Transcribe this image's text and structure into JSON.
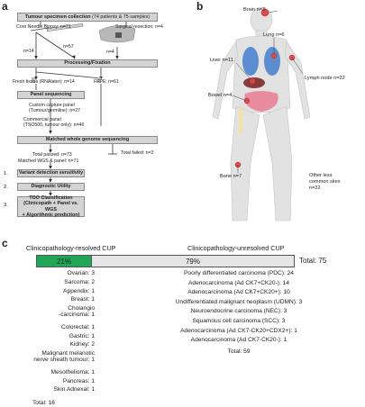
{
  "panels": {
    "a": "a",
    "b": "b",
    "c": "c"
  },
  "workflow": {
    "collection_title": "Tumour specimen collection",
    "collection_sub": "(74 patients & 75 samples)",
    "core_needle": "Core Needle Biopsy: n=71",
    "surgical": "Surgical resection: n=4",
    "n14": "n=14",
    "n57": "n=57",
    "n4": "n=4",
    "processing": "Processing/Fixation",
    "fresh": "Fresh tissue (RNAlater): n=14",
    "ffpe": "FFPE: n=61",
    "panel_seq": "Panel sequencing",
    "custom_panel_1": "Custom capture panel",
    "custom_panel_2": "(Tumour/germline): n=27",
    "commercial_1": "Commercial panel",
    "commercial_2": "(TSO500, tumour only): n=46",
    "wgs": "Matched whole genome sequencing",
    "total_passed": "Total passed: n=73",
    "total_failed": "Total failed: n=2",
    "matched_wgs": "Matched WGS & panel: n=71",
    "steps": [
      {
        "num": "1.",
        "label": "Variant detection sensitivity"
      },
      {
        "num": "2.",
        "label": "Diagnostic Utility"
      },
      {
        "num": "3.",
        "label": "TOO Classification",
        "sub1": "(Clinicopath + Panel vs. WGS",
        "sub2": "+ Algorithmic prediction)"
      }
    ]
  },
  "body_map": {
    "brain": "Brain n=3",
    "lung": "Lung n=6",
    "liver": "Liver n=11",
    "lymph": "Lymph node n=22",
    "bowel": "Bowel n=4",
    "bone": "Bone n=7",
    "other_1": "Other less",
    "other_2": "common sites",
    "other_3": "n=22"
  },
  "panel_c": {
    "resolved_title": "Clinicopathology-resolved CUP",
    "unresolved_title": "Clinicopathology-unresolved CUP",
    "resolved_pct": "21%",
    "unresolved_pct": "79%",
    "total": "Total: 75",
    "colors": {
      "resolved": "#21a657",
      "unresolved": "#e6e6e6"
    },
    "resolved_items": [
      {
        "label": "Ovarian: 3"
      },
      {
        "label": "Sarcoma: 2"
      },
      {
        "label": "Appendix: 1"
      },
      {
        "label": "Breast: 1"
      },
      {
        "label": "Cholangio\n-carcinoma: 1"
      },
      {
        "label": "Colorectal: 1"
      },
      {
        "label": "Gastric: 1"
      },
      {
        "label": "Kidney: 2"
      },
      {
        "label": "Malignant melanotic\nnerve sheath tumour: 1"
      },
      {
        "label": "Mesothelioma: 1"
      },
      {
        "label": "Pancreas: 1"
      },
      {
        "label": "Skin Adnexal: 1"
      }
    ],
    "resolved_total": "Total: 16",
    "unresolved_items": [
      {
        "label": "Poorly differentiated carcinoma (PDC): 24"
      },
      {
        "label": "Adenocarcinoma (Ad CK7+CK20-): 14"
      },
      {
        "label": "Adenocarcinoma (Ad CK7+CK20+): 10"
      },
      {
        "label": "Undifferentiated malignant neoplasm (UDMN): 3"
      },
      {
        "label": "Neuroendocrine carcinoma (NEC): 3"
      },
      {
        "label": "Squamous cell carcinoma (SCC): 3"
      },
      {
        "label": "Adenocarcinoma (Ad CK7-CK20+CDX2+): 1"
      },
      {
        "label": "Adenocarcinoma (Ad CK7-CK20-): 1"
      }
    ],
    "unresolved_total": "Total: 59"
  }
}
